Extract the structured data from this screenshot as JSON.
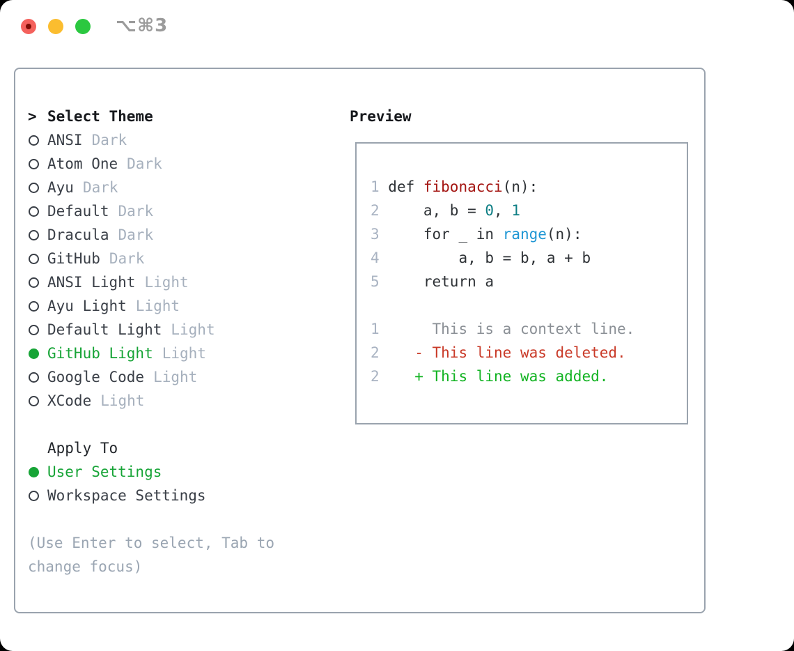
{
  "titlebar": {
    "shortcut": "⌥⌘3"
  },
  "colors": {
    "selection_green": "#17a437",
    "added_green": "#12b322",
    "deleted_red": "#c93a28",
    "function_red": "#a41512",
    "literal_teal": "#0d7e84",
    "builtin_blue": "#1e96d4",
    "border_gray": "#9aa3ae",
    "muted_gray": "#a6b0bd"
  },
  "theme_list": {
    "header_prefix": ">",
    "header": "Select Theme",
    "items": [
      {
        "name": "ANSI",
        "variant": "Dark",
        "selected": false
      },
      {
        "name": "Atom One",
        "variant": "Dark",
        "selected": false
      },
      {
        "name": "Ayu",
        "variant": "Dark",
        "selected": false
      },
      {
        "name": "Default",
        "variant": "Dark",
        "selected": false
      },
      {
        "name": "Dracula",
        "variant": "Dark",
        "selected": false
      },
      {
        "name": "GitHub",
        "variant": "Dark",
        "selected": false
      },
      {
        "name": "ANSI Light",
        "variant": "Light",
        "selected": false
      },
      {
        "name": "Ayu Light",
        "variant": "Light",
        "selected": false
      },
      {
        "name": "Default Light",
        "variant": "Light",
        "selected": false
      },
      {
        "name": "GitHub Light",
        "variant": "Light",
        "selected": true
      },
      {
        "name": "Google Code",
        "variant": "Light",
        "selected": false
      },
      {
        "name": "XCode",
        "variant": "Light",
        "selected": false
      }
    ]
  },
  "apply_to": {
    "header": "Apply To",
    "options": [
      {
        "label": "User Settings",
        "selected": true
      },
      {
        "label": "Workspace Settings",
        "selected": false
      }
    ]
  },
  "hint": {
    "line1": "(Use Enter to select, Tab to",
    "line2": "change focus)"
  },
  "preview": {
    "title": "Preview",
    "lines": [
      {
        "num": "1",
        "segments": [
          {
            "t": "def ",
            "s": "code"
          },
          {
            "t": "fibonacci",
            "s": "func"
          },
          {
            "t": "(n):",
            "s": "code"
          }
        ]
      },
      {
        "num": "2",
        "segments": [
          {
            "t": "    a, b = ",
            "s": "code"
          },
          {
            "t": "0",
            "s": "lit"
          },
          {
            "t": ", ",
            "s": "code"
          },
          {
            "t": "1",
            "s": "lit"
          }
        ]
      },
      {
        "num": "3",
        "segments": [
          {
            "t": "    for _ in ",
            "s": "code"
          },
          {
            "t": "range",
            "s": "builtin"
          },
          {
            "t": "(n):",
            "s": "code"
          }
        ]
      },
      {
        "num": "4",
        "segments": [
          {
            "t": "        a, b = b, a + b",
            "s": "code"
          }
        ]
      },
      {
        "num": "5",
        "segments": [
          {
            "t": "    return a",
            "s": "code"
          }
        ]
      },
      {
        "blank": true
      },
      {
        "num": "1",
        "segments": [
          {
            "t": "     This is a context line.",
            "s": "ctx"
          }
        ]
      },
      {
        "num": "2",
        "segments": [
          {
            "t": "   - This line was deleted.",
            "s": "del"
          }
        ]
      },
      {
        "num": "2",
        "segments": [
          {
            "t": "   + This line was added.",
            "s": "add"
          }
        ]
      }
    ]
  }
}
